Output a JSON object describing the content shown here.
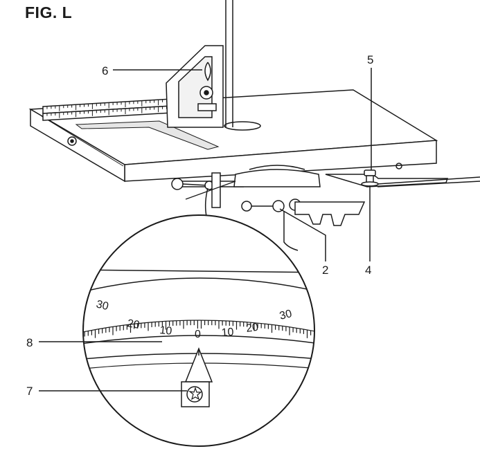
{
  "figure": {
    "title": "FIG. L"
  },
  "callouts": {
    "c2": "2",
    "c4": "4",
    "c5": "5",
    "c6": "6",
    "c7": "7",
    "c8": "8"
  },
  "dial": {
    "left": [
      "30",
      "20",
      "10"
    ],
    "center": "0",
    "right": [
      "10",
      "20",
      "30"
    ]
  }
}
